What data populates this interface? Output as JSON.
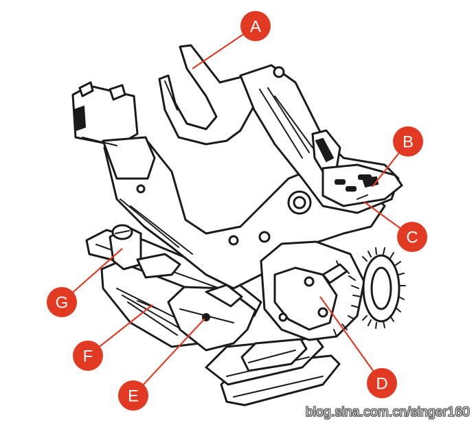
{
  "colors": {
    "callout": "#e23a22",
    "ink": "#1a1a1a",
    "paper": "#ffffff"
  },
  "callouts": [
    {
      "id": "a",
      "label": "A"
    },
    {
      "id": "b",
      "label": "B"
    },
    {
      "id": "c",
      "label": "C"
    },
    {
      "id": "d",
      "label": "D"
    },
    {
      "id": "e",
      "label": "E"
    },
    {
      "id": "f",
      "label": "F"
    },
    {
      "id": "g",
      "label": "G"
    }
  ],
  "watermark": "blog.sina.com.cn/singer160"
}
